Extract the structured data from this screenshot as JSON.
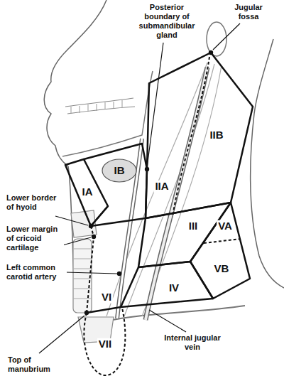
{
  "diagram": {
    "labels": [
      "Posterior boundary of submandibular gland",
      "Jugular fossa",
      "IB",
      "IA",
      "IIA",
      "IIB",
      "Lower border of hyoid",
      "III",
      "VA",
      "VB",
      "Lower margin of cricoid cartilage",
      "Left common carotid artery",
      "VI",
      "IV",
      "VII",
      "Top of manubrium",
      "Internal jugular vein"
    ]
  }
}
